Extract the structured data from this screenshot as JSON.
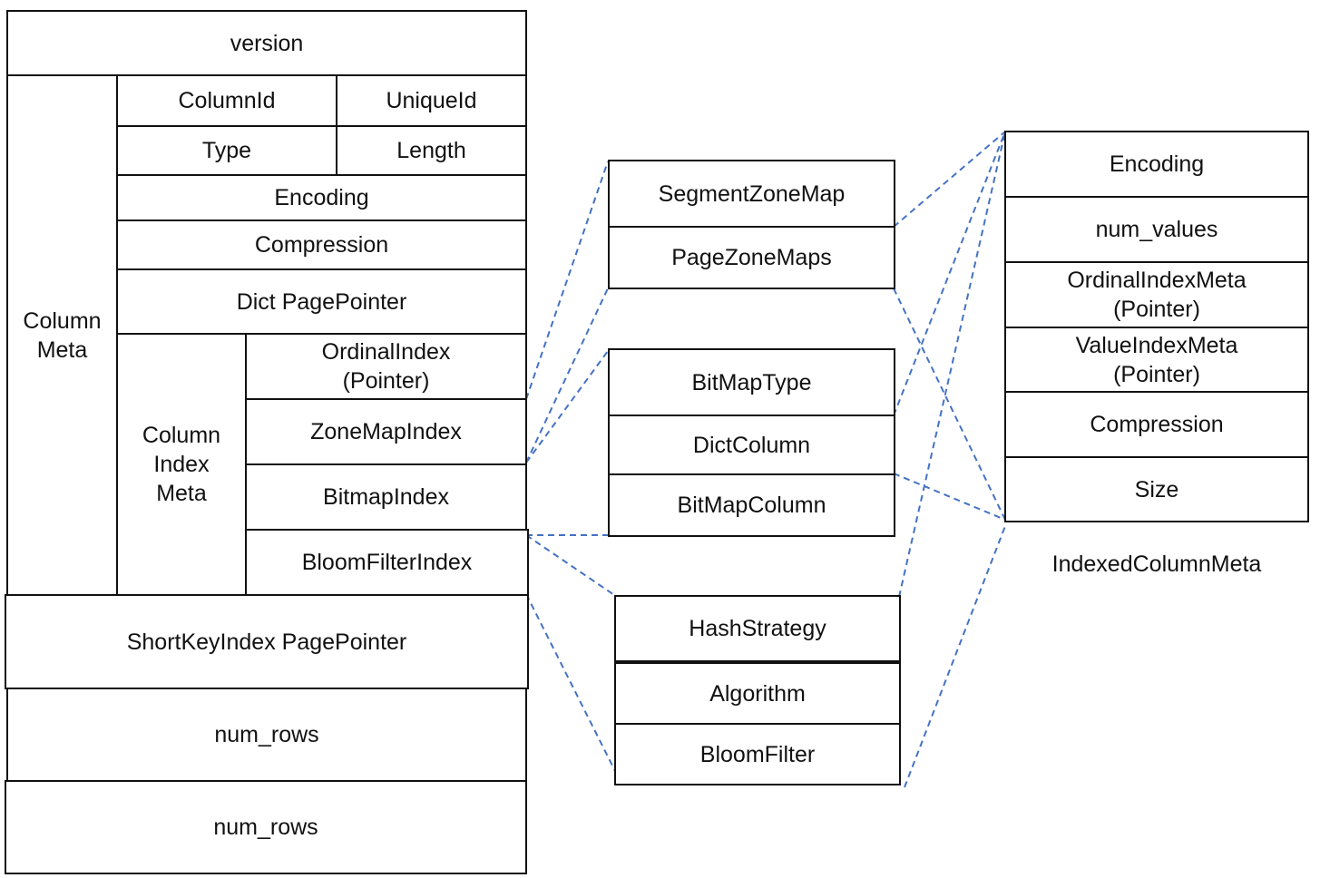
{
  "segment_footer": {
    "version": "version",
    "column_meta_label": "Column\nMeta",
    "column_id": "ColumnId",
    "unique_id": "UniqueId",
    "type": "Type",
    "length": "Length",
    "encoding": "Encoding",
    "compression": "Compression",
    "dict_page_pointer": "Dict PagePointer",
    "column_index_meta_label": "Column\nIndex\nMeta",
    "ordinal_index_line1": "OrdinalIndex",
    "ordinal_index_line2": "(Pointer)",
    "zone_map_index": "ZoneMapIndex",
    "bitmap_index": "BitmapIndex",
    "bloom_filter_index": "BloomFilterIndex",
    "short_key_index": "ShortKeyIndex PagePointer",
    "num_rows_1": "num_rows",
    "num_rows_2": "num_rows"
  },
  "zone_map": {
    "segment_zone_map": "SegmentZoneMap",
    "page_zone_maps": "PageZoneMaps"
  },
  "bitmap": {
    "bitmap_type": "BitMapType",
    "dict_column": "DictColumn",
    "bitmap_column": "BitMapColumn"
  },
  "bloom_filter": {
    "hash_strategy": "HashStrategy",
    "algorithm": "Algorithm",
    "bloom_filter": "BloomFilter"
  },
  "indexed_column_meta": {
    "title": "IndexedColumnMeta",
    "encoding": "Encoding",
    "num_values": "num_values",
    "ordinal_index_meta_line1": "OrdinalIndexMeta",
    "ordinal_index_meta_line2": "(Pointer)",
    "value_index_meta_line1": "ValueIndexMeta",
    "value_index_meta_line2": "(Pointer)",
    "compression": "Compression",
    "size": "Size"
  },
  "colors": {
    "border": "#111111",
    "connector": "#4472C4"
  }
}
